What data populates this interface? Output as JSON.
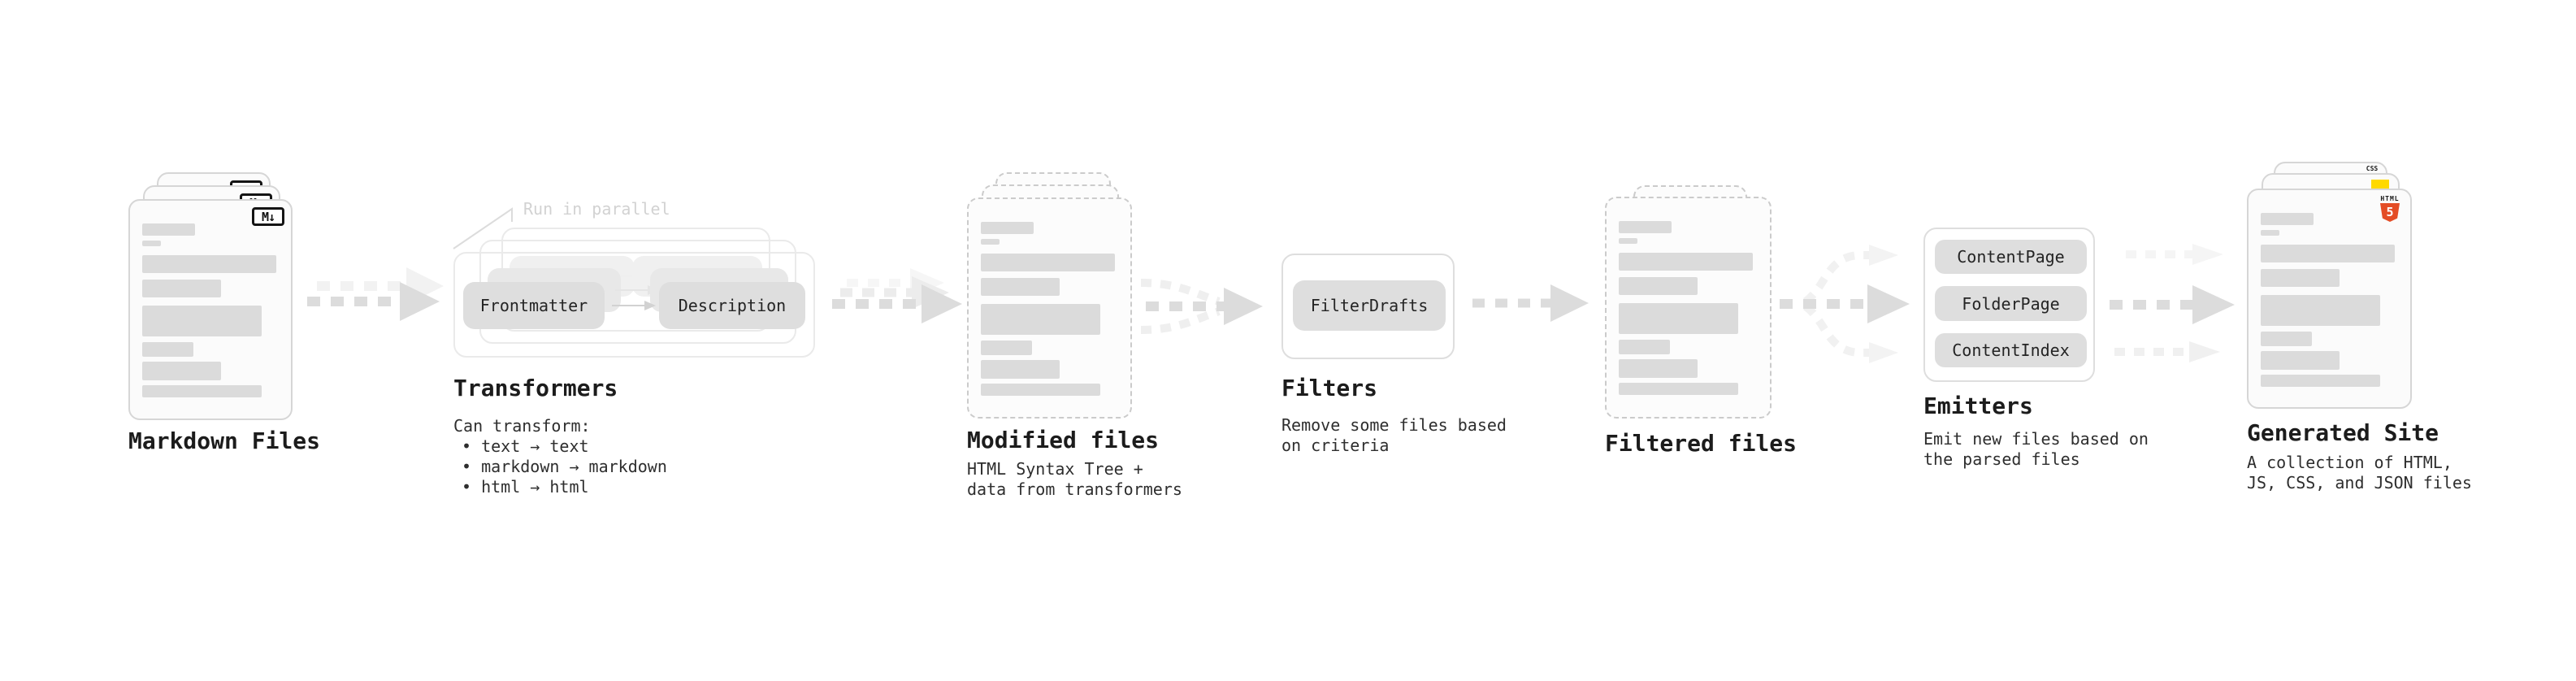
{
  "stages": {
    "markdown_files": {
      "title": "Markdown Files",
      "badge": "M↓"
    },
    "transformers": {
      "note": "Run in parallel",
      "pill_left": "Frontmatter",
      "pill_right": "Description",
      "title": "Transformers",
      "caption": "Can transform:",
      "bullets": [
        "• text → text",
        "• markdown → markdown",
        "• html → html"
      ]
    },
    "modified_files": {
      "title": "Modified files",
      "caption_lines": [
        "HTML Syntax Tree +",
        "data from transformers"
      ]
    },
    "filters": {
      "pill": "FilterDrafts",
      "title": "Filters",
      "caption_lines": [
        "Remove some files based",
        "on criteria"
      ]
    },
    "filtered_files": {
      "title": "Filtered files"
    },
    "emitters": {
      "pills": [
        "ContentPage",
        "FolderPage",
        "ContentIndex"
      ],
      "title": "Emitters",
      "caption_lines": [
        "Emit new files based on",
        "the parsed files"
      ]
    },
    "generated_site": {
      "title": "Generated Site",
      "caption_lines": [
        "A collection of HTML,",
        "JS, CSS, and JSON files"
      ],
      "badges": {
        "html_label": "HTML",
        "html_number": "5",
        "css_label": "CSS"
      }
    }
  },
  "colors": {
    "arrow_main": "#dcdcdc",
    "arrow_light": "#ededed",
    "arrow_faint": "#f4f4f4",
    "pill_bg": "#dedede",
    "card_border": "#d6d6d6",
    "dashed_border": "#cbcbcb",
    "html5_orange": "#e44d26",
    "js_yellow": "#ffd900",
    "css_blue": "#2b63e8",
    "markdown_badge_border": "#141414"
  }
}
